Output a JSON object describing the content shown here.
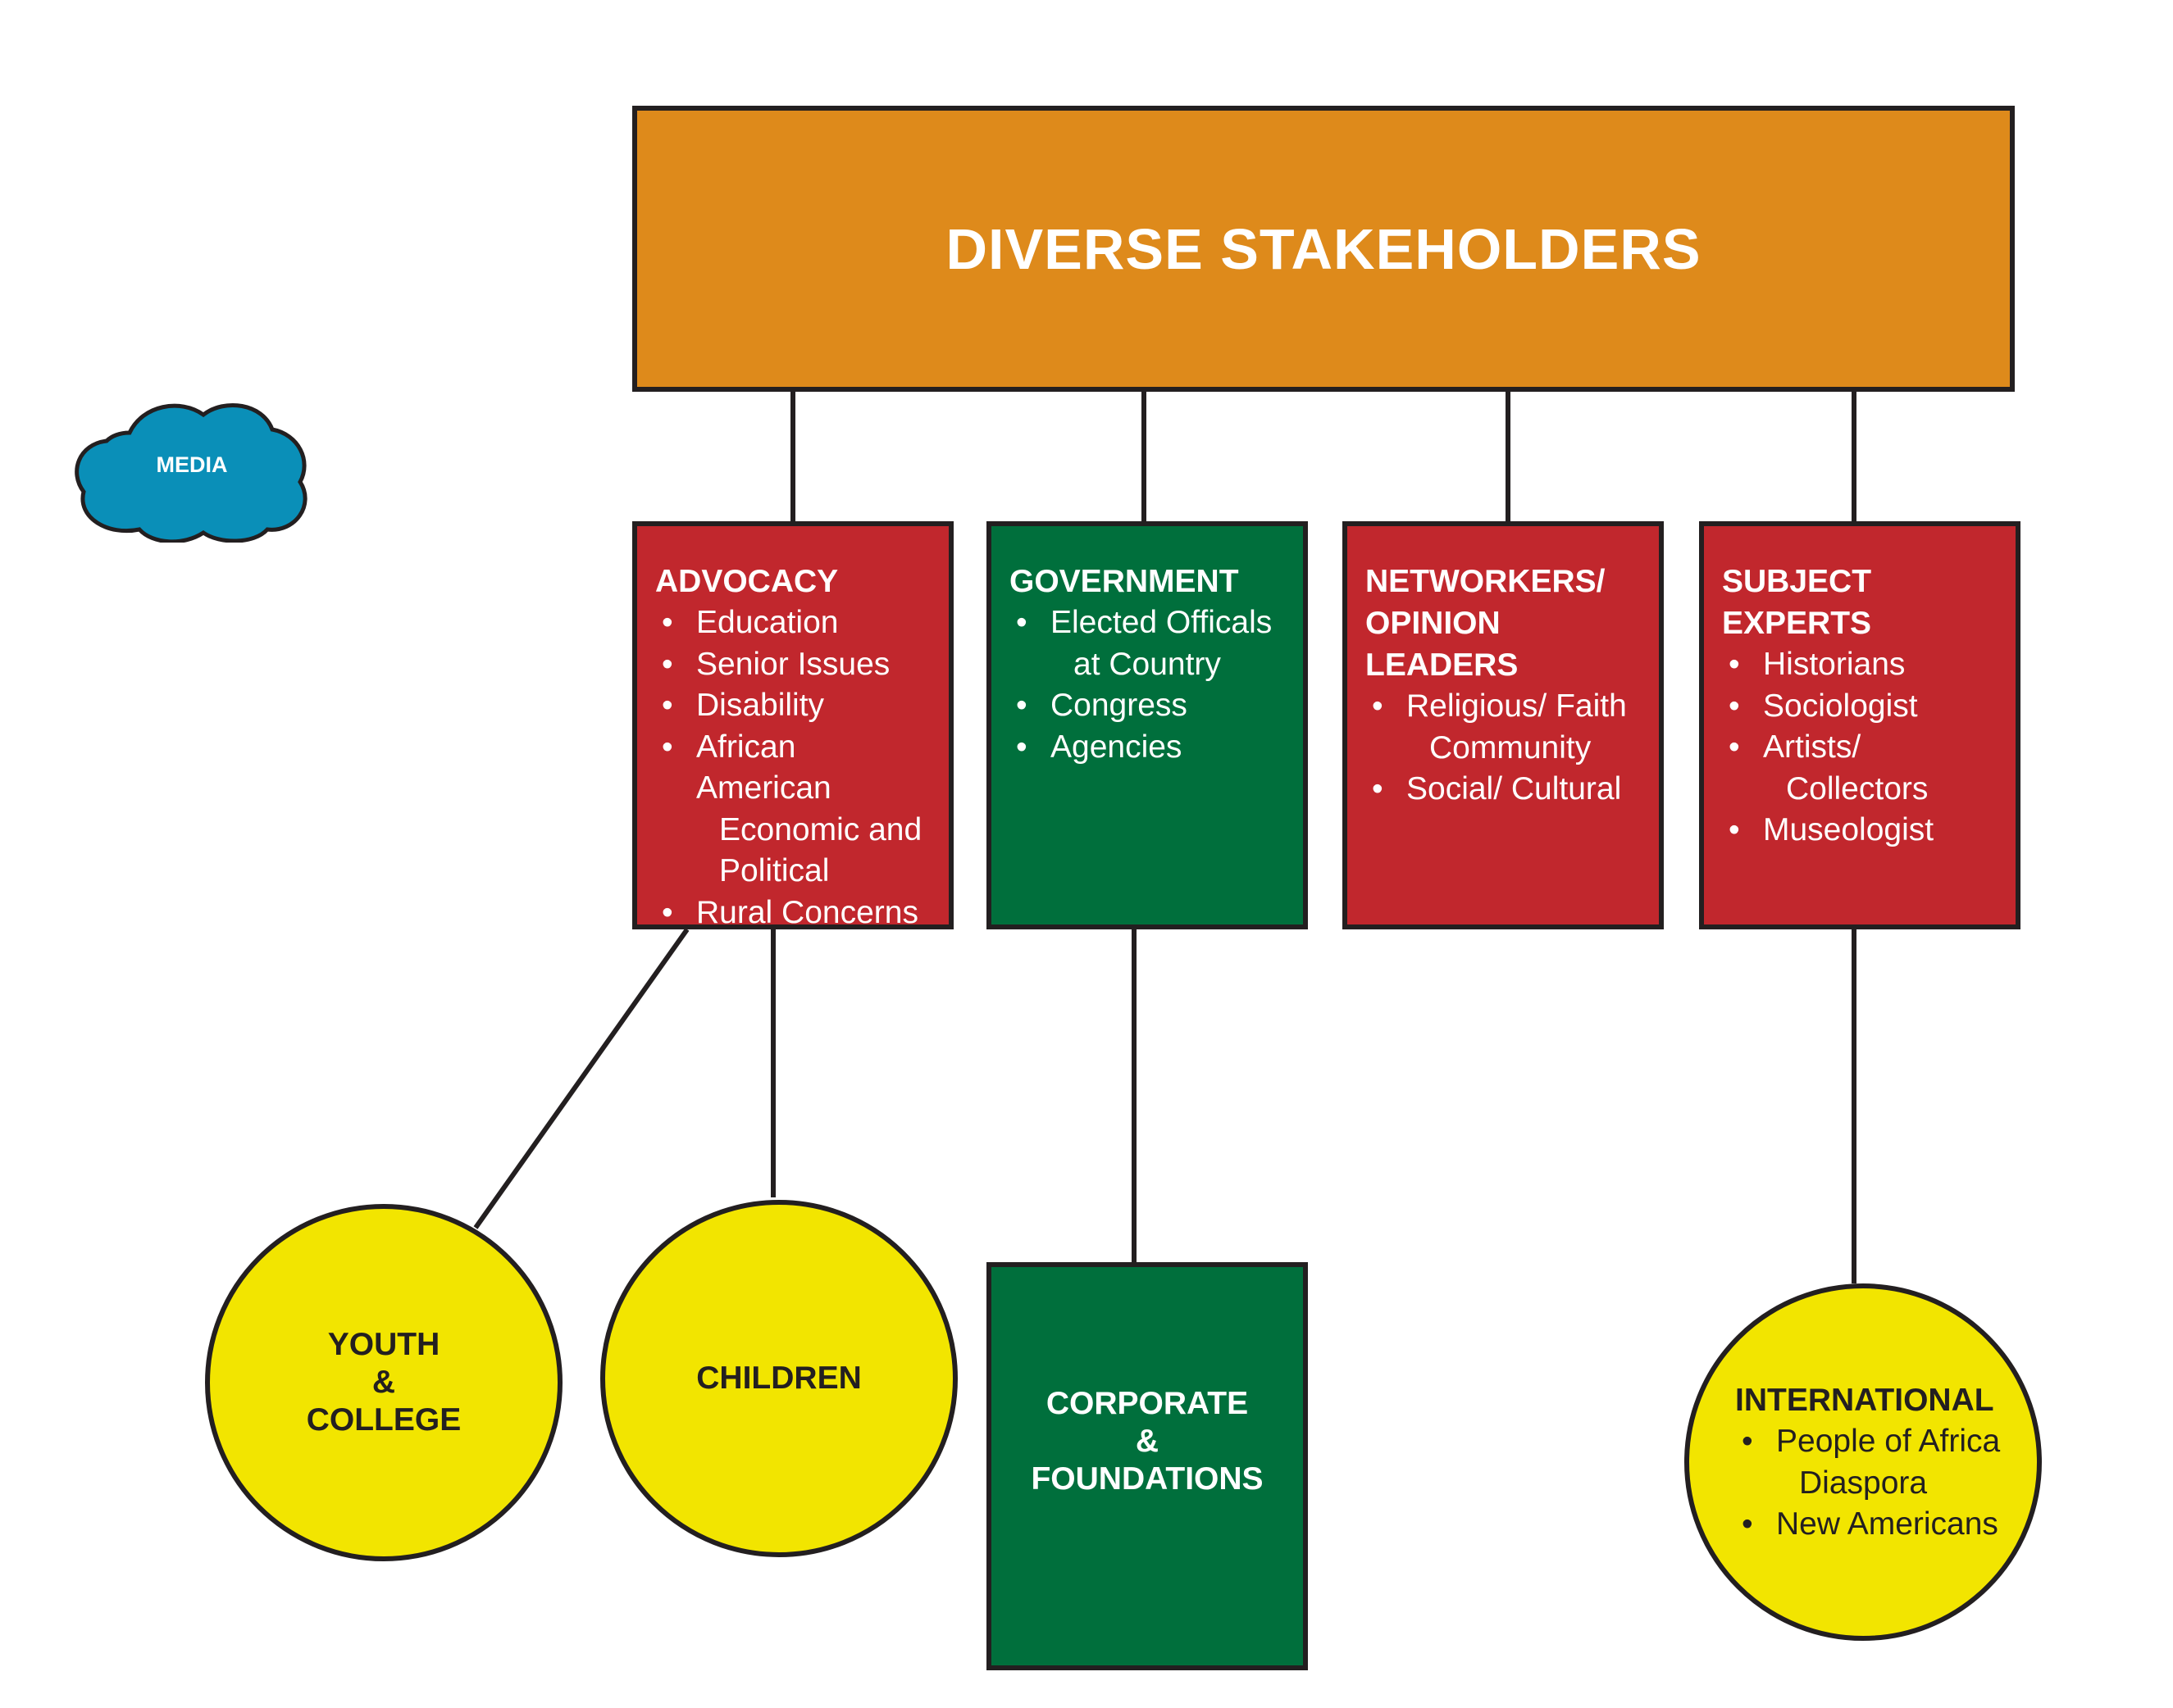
{
  "colors": {
    "root": "#de8a1b",
    "advocacy": "#c1272d",
    "government": "#006f3c",
    "networkers": "#c1272d",
    "experts": "#c1272d",
    "circle": "#f2e500",
    "corporate": "#006f3c",
    "media": "#0a8fb8",
    "line": "#231f20"
  },
  "root": {
    "title": "DIVERSE STAKEHOLDERS"
  },
  "media": {
    "label": "MEDIA",
    "icon": "cloud-icon"
  },
  "advocacy": {
    "title": "ADVOCACY",
    "items": [
      "Education",
      "Senior Issues",
      "Disability",
      "African American",
      "Rural Concerns"
    ],
    "item_continuations": [
      "Economic and",
      "Political"
    ]
  },
  "government": {
    "title": "GOVERNMENT",
    "items": [
      "Elected Officals",
      "Congress",
      "Agencies"
    ],
    "item_continuations": [
      "at Country"
    ]
  },
  "networkers": {
    "title_line1": "NETWORKERS/",
    "title_line2": "OPINION LEADERS",
    "items": [
      "Religious/ Faith",
      "Social/ Cultural"
    ],
    "item_continuations": [
      "Community"
    ]
  },
  "experts": {
    "title": "SUBJECT EXPERTS",
    "items": [
      "Historians",
      "Sociologist",
      "Artists/",
      "Museologist"
    ],
    "item_continuations": [
      "Collectors"
    ]
  },
  "youth": {
    "line1": "YOUTH",
    "line2": "&",
    "line3": "COLLEGE"
  },
  "children": {
    "label": "CHILDREN"
  },
  "corporate": {
    "line1": "CORPORATE",
    "line2": "&",
    "line3": "FOUNDATIONS"
  },
  "international": {
    "title": "INTERNATIONAL",
    "items": [
      "People of Africa",
      "New Americans"
    ],
    "item_continuations": [
      "Diaspora"
    ]
  }
}
